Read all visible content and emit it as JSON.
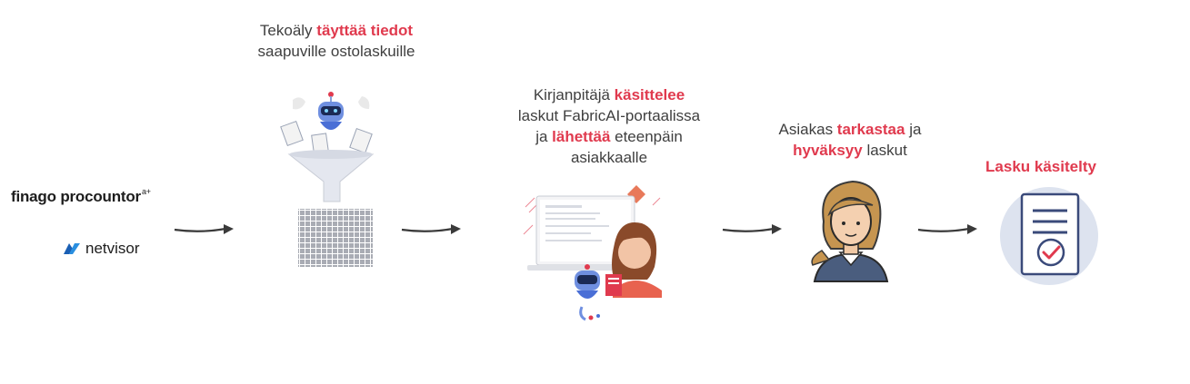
{
  "logos": {
    "finago": "finago procountor",
    "finago_sup": "a+",
    "netvisor": "netvisor"
  },
  "steps": [
    {
      "pre": "Tekoäly ",
      "hl": "täyttää tiedot",
      "post": "",
      "line2": "saapuville ostolaskuille"
    },
    {
      "line1": "Kirjanpitäjä ",
      "hl1": "käsittelee",
      "line2": "laskut FabricAI-portaalissa",
      "line3_pre": "ja ",
      "hl3": "lähettää",
      "line3_post": " eteenpäin",
      "line4": "asiakkaalle"
    },
    {
      "pre": "Asiakas ",
      "hl": "tarkastaa",
      "post": " ja",
      "hl2": "hyväksyy",
      "line2_post": " laskut"
    },
    {
      "hl": "Lasku käsitelty"
    }
  ],
  "colors": {
    "accent": "#e03a4e",
    "text": "#3f3f3f",
    "arrow": "#3a3a3a",
    "robot": "#4a6fd6",
    "doc_circle": "#dde3ef"
  },
  "icons": [
    "robot-funnel-icon",
    "portal-laptop-icon",
    "customer-avatar-icon",
    "approved-document-icon",
    "arrow-right-icon"
  ]
}
